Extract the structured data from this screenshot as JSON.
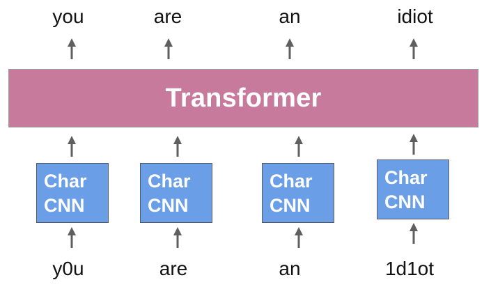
{
  "colors": {
    "transformer_fill": "#c87a9c",
    "charcnn_fill": "#6a9ee6",
    "arrow": "#5f5f5f"
  },
  "output_words": [
    "you",
    "are",
    "an",
    "idiot"
  ],
  "input_words": [
    "y0u",
    "are",
    "an",
    "1d1ot"
  ],
  "transformer": {
    "label": "Transformer"
  },
  "charcnn": {
    "line1": "Char",
    "line2": "CNN"
  }
}
